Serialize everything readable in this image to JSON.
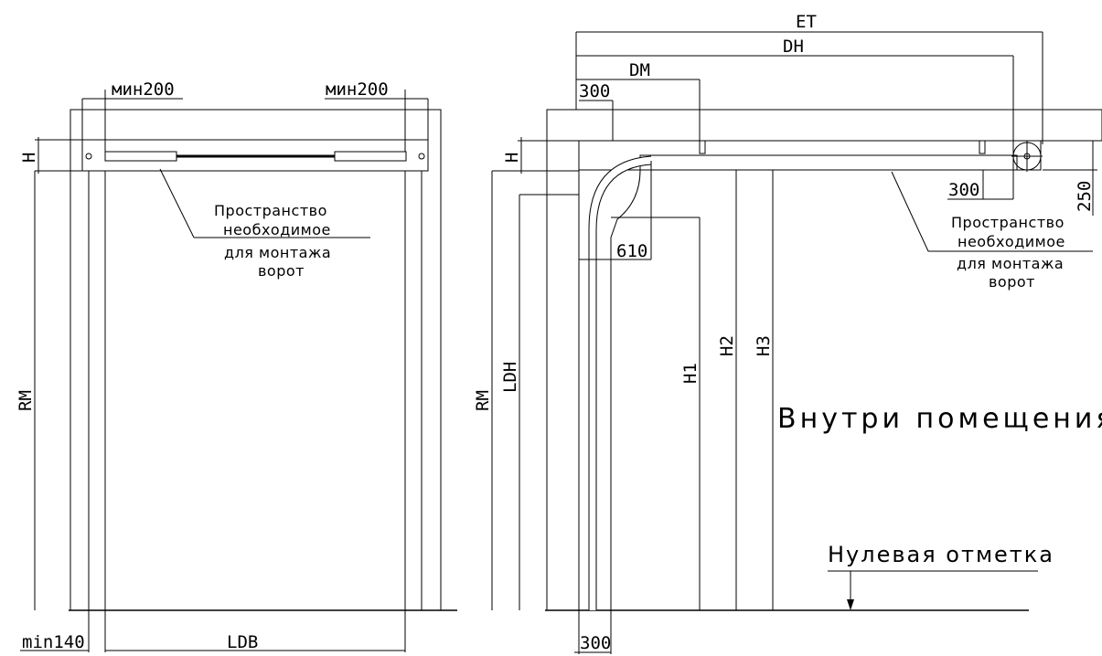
{
  "front_view": {
    "dims": {
      "gap_left": "мин200",
      "gap_right": "мин200",
      "header": "H",
      "opening_height": "RM",
      "side_min": "min140",
      "opening_width": "LDB"
    },
    "note": [
      "Пространство",
      "необходимое",
      "для монтажа",
      "ворот"
    ]
  },
  "side_view": {
    "dims": {
      "total_depth": "ET",
      "guide_depth": "DH",
      "motor_depth": "DM",
      "lintel_300": "300",
      "rear_300": "300",
      "rear_250": "250",
      "radius_610": "610",
      "bottom_300": "300",
      "header": "H",
      "opening_height": "RM",
      "ldh": "LDH",
      "h1": "H1",
      "h2": "H2",
      "h3": "H3"
    },
    "note": [
      "Пространство",
      "необходимое",
      "для монтажа",
      "ворот"
    ],
    "inside_label": "Внутри помещения",
    "zero_label": "Нулевая отметка"
  }
}
